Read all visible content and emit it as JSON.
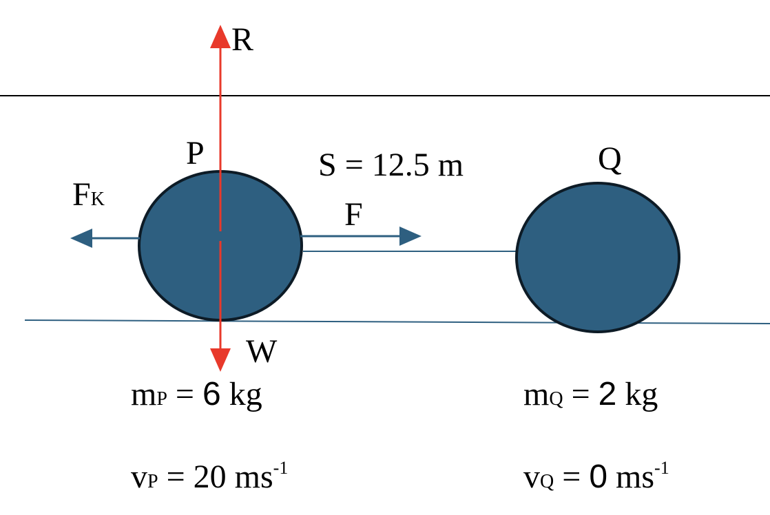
{
  "colors": {
    "ball_fill": "#2e5f80",
    "ball_stroke": "#0d1b26",
    "force_vertical": "#e8392b",
    "force_horizontal": "#2e5f80",
    "ground": "#2e5f80",
    "top_line": "#000000"
  },
  "labels": {
    "reaction": "R",
    "weight": "W",
    "ball_p": "P",
    "ball_q": "Q",
    "distance": "S = 12.5 m",
    "applied_force": "F",
    "friction_main": "F",
    "friction_sub": "K"
  },
  "ball_p_info": {
    "mass_symbol": "m",
    "mass_sub": "P",
    "mass_equals": " = ",
    "mass_value": "6",
    "mass_unit": " kg",
    "vel_symbol": "v",
    "vel_sub": "P",
    "vel_equals": " = 20 ms",
    "vel_exp": "-1"
  },
  "ball_q_info": {
    "mass_symbol": "m",
    "mass_sub": "Q",
    "mass_equals": " = ",
    "mass_value": "2",
    "mass_unit": " kg",
    "vel_symbol": "v",
    "vel_sub": "Q",
    "vel_equals": " = ",
    "vel_value": "0",
    "vel_unit": " ms",
    "vel_exp": "-1"
  }
}
